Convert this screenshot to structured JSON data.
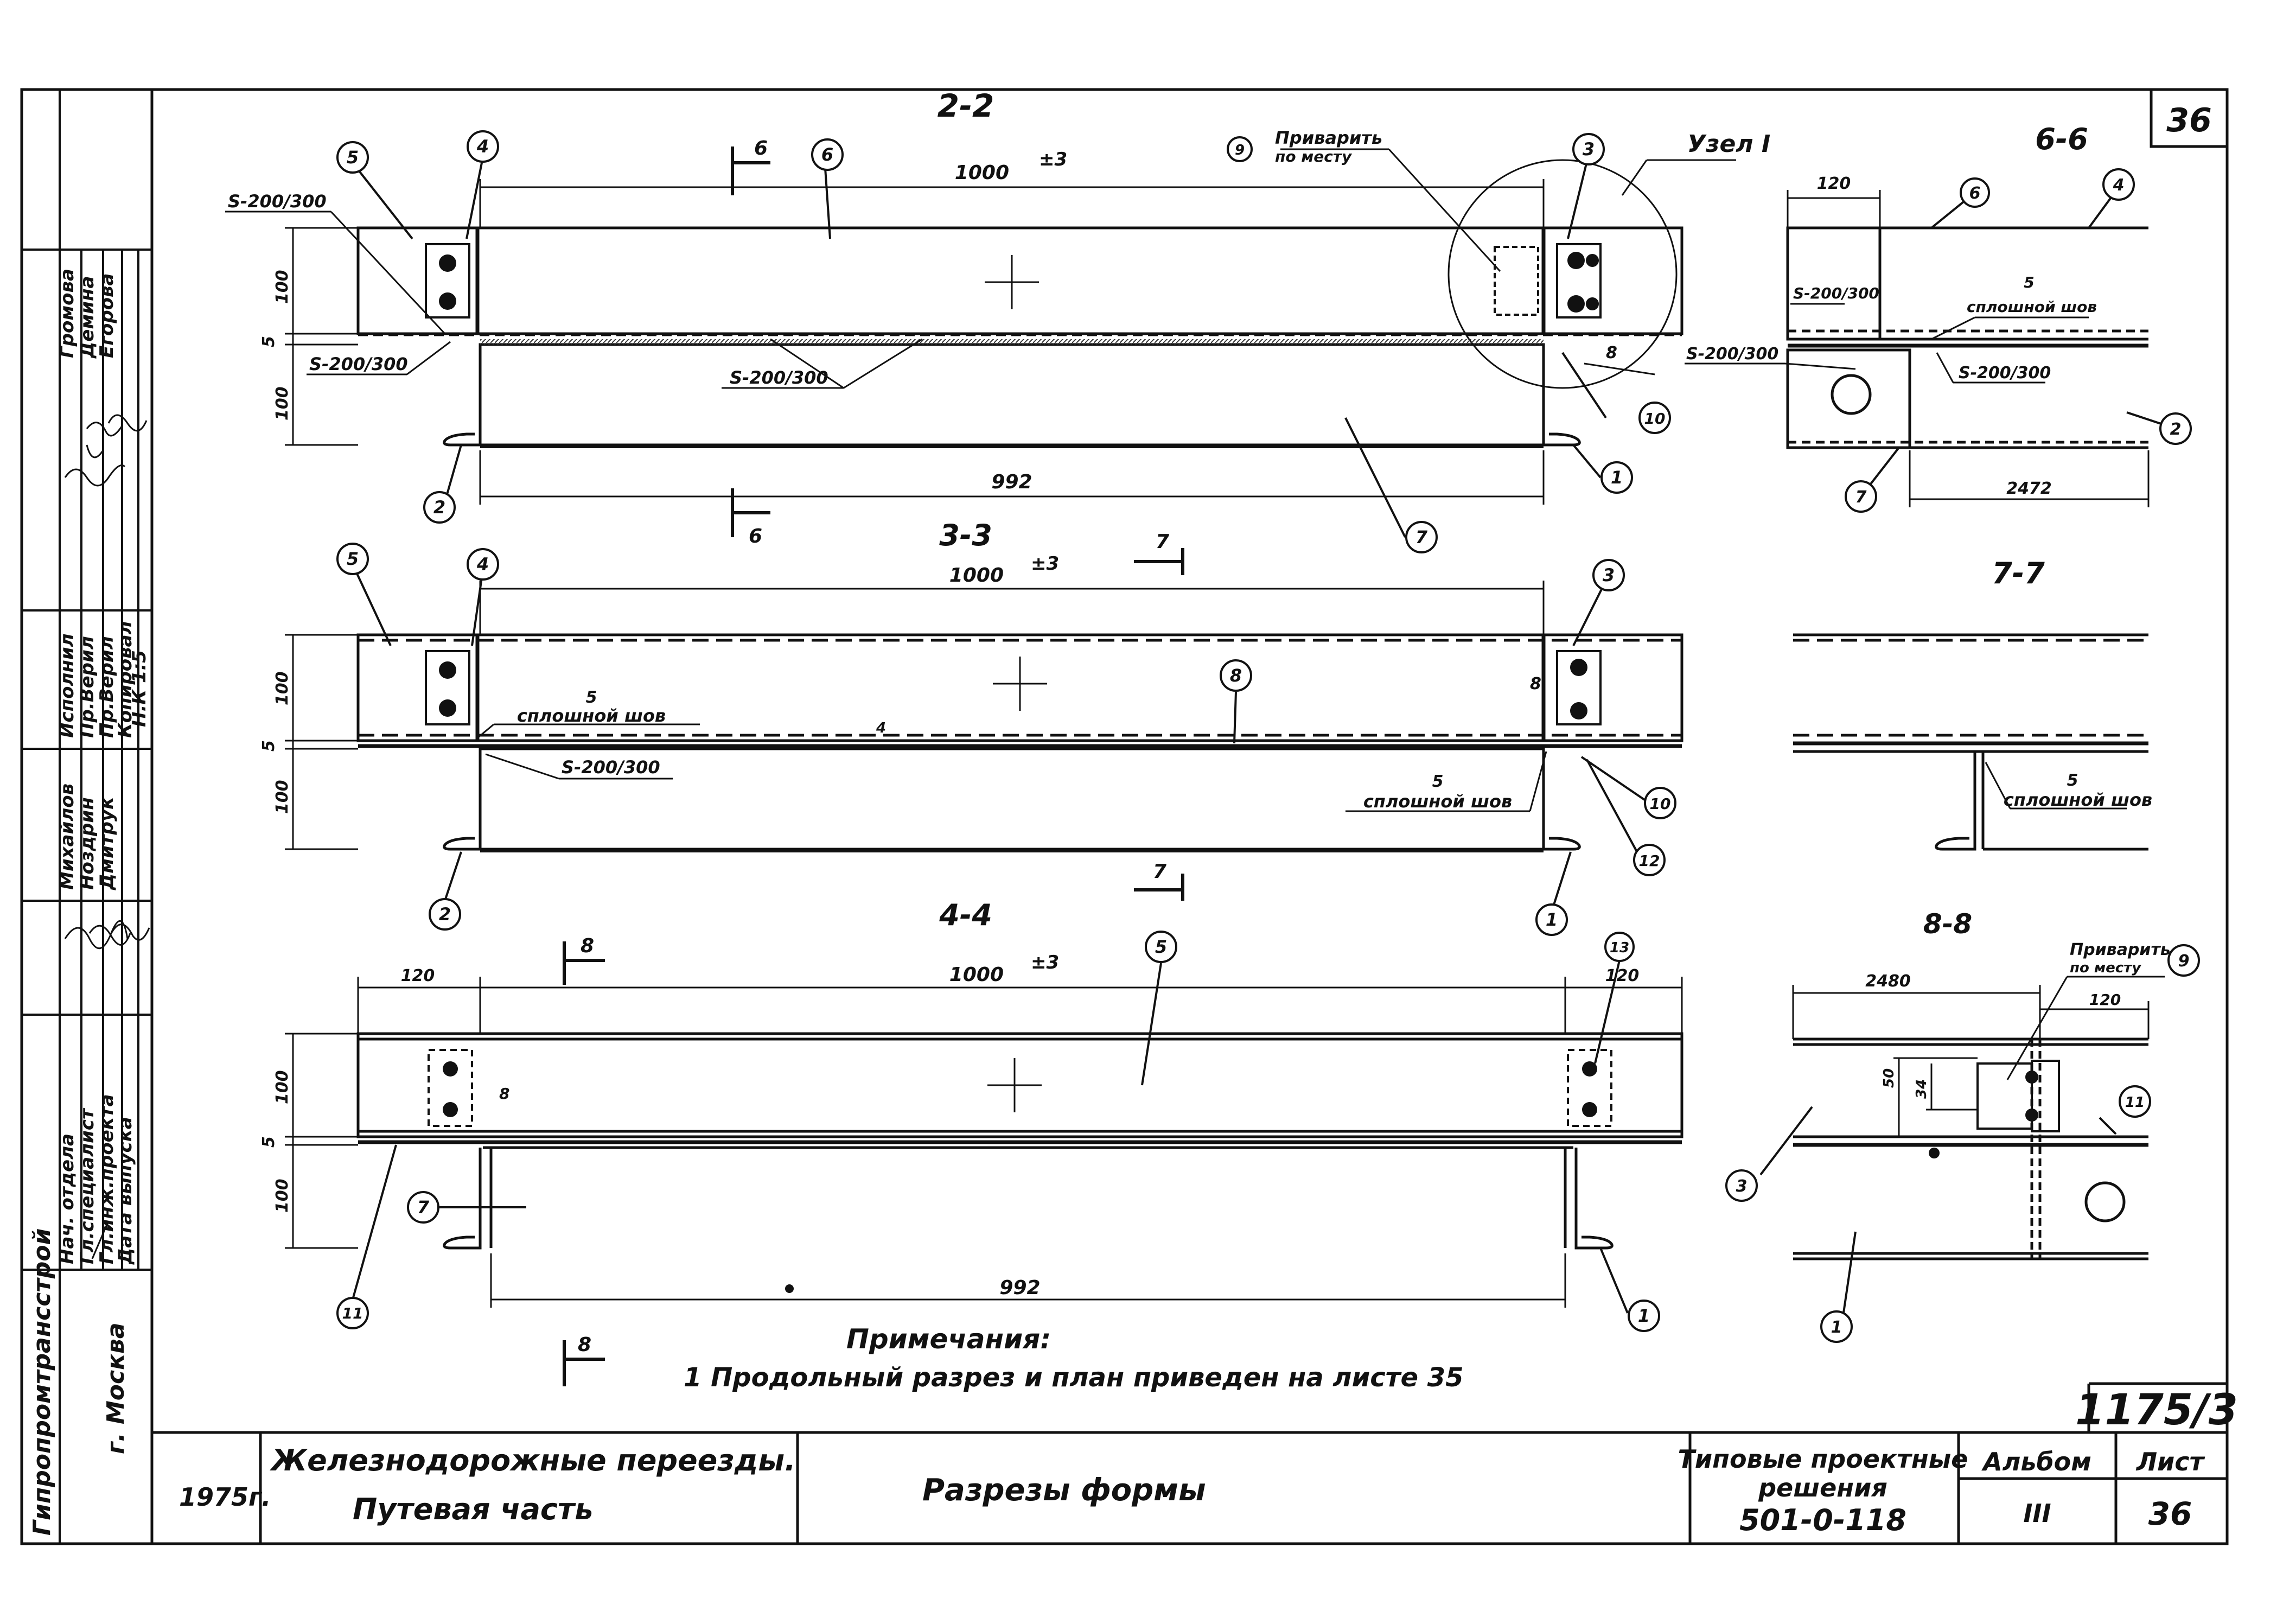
{
  "sheet_number_top": "36",
  "views": {
    "v22": {
      "title": "2-2",
      "dim_top": "1000",
      "dim_top_tol": "±3",
      "dim_bottom": "992",
      "dim_h1": "100",
      "dim_h2": "5",
      "dim_h3": "100",
      "weld_a": "S-200/300",
      "weld_b": "S-200/300",
      "weld_c": "S-200/300",
      "weld_local": "8",
      "cut_mark_top": "6",
      "cut_mark_bottom": "6",
      "note_weld": "Приварить",
      "note_weld2": "по месту",
      "node_label": "Узел I"
    },
    "v33": {
      "title": "3-3",
      "dim_top": "1000",
      "dim_top_tol": "±3",
      "dim_h1": "100",
      "dim_h2": "5",
      "dim_h3": "100",
      "weld_cont_num": "5",
      "weld_cont": "сплошной шов",
      "weld_a": "S-200/300",
      "weld_cont_num2": "5",
      "weld_cont2": "сплошной шов",
      "weld_small": "8",
      "weld_tiny": "4",
      "cut_mark_top": "7",
      "cut_mark_bottom": "7"
    },
    "v44": {
      "title": "4-4",
      "dim_top": "1000",
      "dim_top_tol": "±3",
      "dim_bottom": "992",
      "dim_left": "120",
      "dim_right": "120",
      "dim_h1": "100",
      "dim_h2": "5",
      "dim_h3": "100",
      "weld_small": "8",
      "cut_mark_top": "8",
      "cut_mark_bottom": "8"
    },
    "v66": {
      "title": "6-6",
      "dim_top": "120",
      "dim_bottom": "2472",
      "weld_a": "S-200/300",
      "weld_b": "S-200/300",
      "weld_c": "S-200/300",
      "weld_cont_num": "5",
      "weld_cont": "сплошной шов"
    },
    "v77": {
      "title": "7-7",
      "weld_cont_num": "5",
      "weld_cont": "сплошной шов"
    },
    "v88": {
      "title": "8-8",
      "dim_top": "2480",
      "dim_right": "120",
      "dim_v1": "50",
      "dim_v2": "34",
      "note_weld": "Приварить",
      "note_weld2": "по месту"
    }
  },
  "callouts": {
    "v22": [
      "5",
      "4",
      "6",
      "9",
      "3",
      "10",
      "1",
      "7",
      "2"
    ],
    "v33": [
      "5",
      "4",
      "3",
      "8",
      "10",
      "12",
      "1",
      "2"
    ],
    "v44": [
      "5",
      "13",
      "7",
      "11",
      "1"
    ],
    "v66": [
      "6",
      "4",
      "2",
      "7"
    ],
    "v88": [
      "9",
      "11",
      "3",
      "1"
    ]
  },
  "notes": {
    "heading": "Примечания:",
    "line1": "1 Продольный разрез и план приведен на листе 35"
  },
  "drawing_code": "1175/3",
  "left_stamp": {
    "rows": [
      {
        "role": "Исполнил",
        "name": "Громова"
      },
      {
        "role": "Пр.Верил",
        "name": "Демина"
      },
      {
        "role": "Пр.Верил",
        "name": "Егорова"
      },
      {
        "role": "Копировал",
        "name": "Н.К 1:5"
      },
      {
        "role": "Нач. отдела",
        "name": "Михайлов"
      },
      {
        "role": "Гл.специалист",
        "name": "Ноздрин"
      },
      {
        "role": "Гл.инж.проекта",
        "name": "Дмитрук"
      },
      {
        "role": "Дата выпуска",
        "name": ""
      }
    ],
    "org": "Гипропромтрансстрой",
    "city": "г. Москва"
  },
  "title_block": {
    "year": "1975г.",
    "project_line1": "Железнодорожные переезды.",
    "project_line2": "Путевая часть",
    "sheet_title": "Разрезы формы",
    "series_line1": "Типовые проектные",
    "series_line2": "решения",
    "series_code": "501-0-118",
    "album_label": "Альбом",
    "album_value": "III",
    "sheet_label": "Лист",
    "sheet_value": "36"
  }
}
